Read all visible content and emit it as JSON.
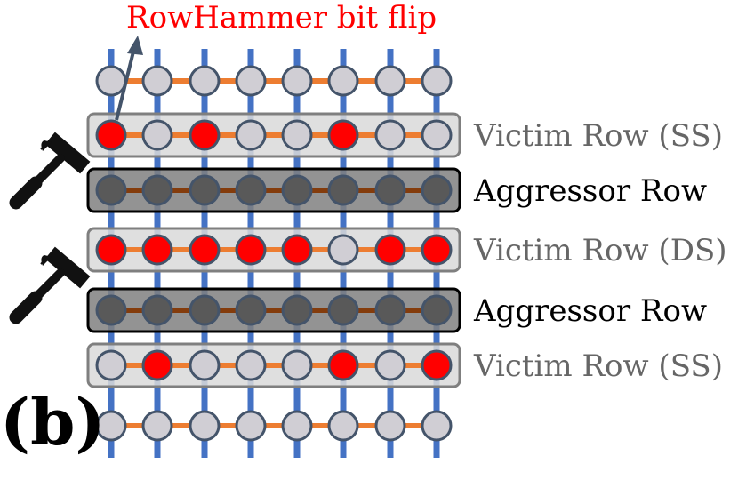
{
  "annotation": {
    "text": "RowHammer bit flip"
  },
  "panel_label": "(b)",
  "colors": {
    "bitline": "#4472C4",
    "wordline": "#ED7D31",
    "wordline_dark": "#843C0C",
    "cell_normal": "#D0CED4",
    "cell_flipped": "#FF0000",
    "cell_aggressor": "#595959",
    "cell_stroke": "#44546A",
    "victim_box": "#D9D9D9",
    "victim_box_stroke": "#7F7F7F",
    "aggressor_box": "#808080",
    "aggressor_box_stroke": "#000000",
    "label_victim": "#666666",
    "label_aggressor": "#000000",
    "annotation": "#FF0000",
    "arrow": "#44546A"
  },
  "rows": [
    {
      "type": "plain",
      "label": "",
      "cells": [
        "n",
        "n",
        "n",
        "n",
        "n",
        "n",
        "n",
        "n"
      ]
    },
    {
      "type": "victim",
      "label": "Victim Row (SS)",
      "cells": [
        "f",
        "n",
        "f",
        "n",
        "n",
        "f",
        "n",
        "n"
      ]
    },
    {
      "type": "aggressor",
      "label": "Aggressor Row",
      "cells": [
        "a",
        "a",
        "a",
        "a",
        "a",
        "a",
        "a",
        "a"
      ]
    },
    {
      "type": "victim",
      "label": "Victim Row (DS)",
      "cells": [
        "f",
        "f",
        "f",
        "f",
        "f",
        "n",
        "f",
        "f"
      ]
    },
    {
      "type": "aggressor",
      "label": "Aggressor Row",
      "cells": [
        "a",
        "a",
        "a",
        "a",
        "a",
        "a",
        "a",
        "a"
      ]
    },
    {
      "type": "victim",
      "label": "Victim Row (SS)",
      "cells": [
        "n",
        "f",
        "n",
        "n",
        "n",
        "f",
        "n",
        "f"
      ]
    },
    {
      "type": "plain",
      "label": "",
      "cells": [
        "n",
        "n",
        "n",
        "n",
        "n",
        "n",
        "n",
        "n"
      ]
    }
  ],
  "hammers": [
    {
      "row": 1,
      "icon": "hammer-icon"
    },
    {
      "row": 3,
      "icon": "hammer-icon"
    }
  ]
}
